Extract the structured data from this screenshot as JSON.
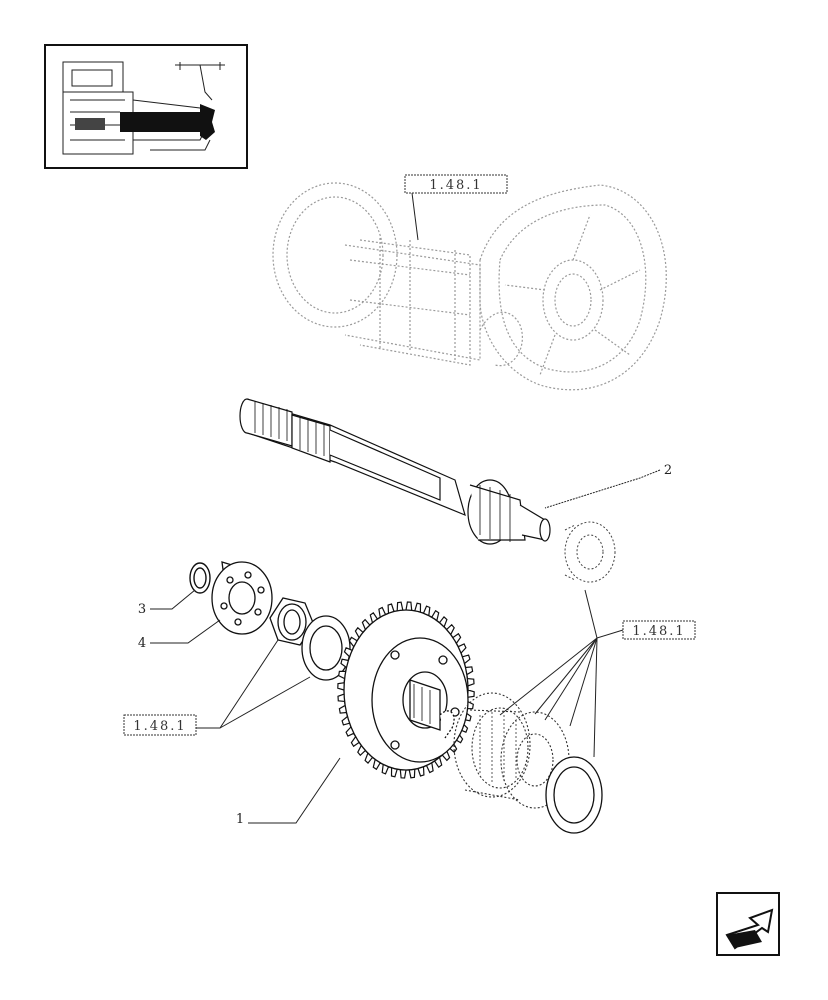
{
  "references": [
    {
      "id": "ref-top",
      "text": "1.48.1"
    },
    {
      "id": "ref-right",
      "text": "1.48.1"
    },
    {
      "id": "ref-left",
      "text": "1.48.1"
    }
  ],
  "callouts": [
    {
      "id": "callout-1",
      "text": "1"
    },
    {
      "id": "callout-2",
      "text": "2"
    },
    {
      "id": "callout-3",
      "text": "3"
    },
    {
      "id": "callout-4",
      "text": "4"
    }
  ],
  "colors": {
    "line": "#111111",
    "ghost": "#9a9a9a",
    "fill": "#ffffff"
  },
  "icons": {
    "nav": "back-arrow-icon",
    "thumbnail": "tractor-transmission-thumbnail"
  }
}
